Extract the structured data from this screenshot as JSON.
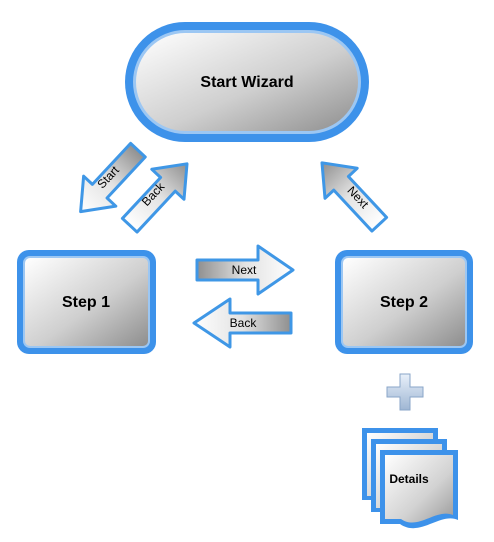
{
  "nodes": {
    "start": "Start Wizard",
    "step1": "Step 1",
    "step2": "Step 2",
    "details": "Details"
  },
  "arrows": {
    "start_down": "Start",
    "back_up": "Back",
    "next_right": "Next",
    "back_left": "Back",
    "next_up": "Next"
  },
  "icons": {
    "plus": "plus-icon"
  },
  "colors": {
    "stroke_blue": "#3f97e6",
    "node_border": "#3d92ea",
    "text": "#000000"
  }
}
